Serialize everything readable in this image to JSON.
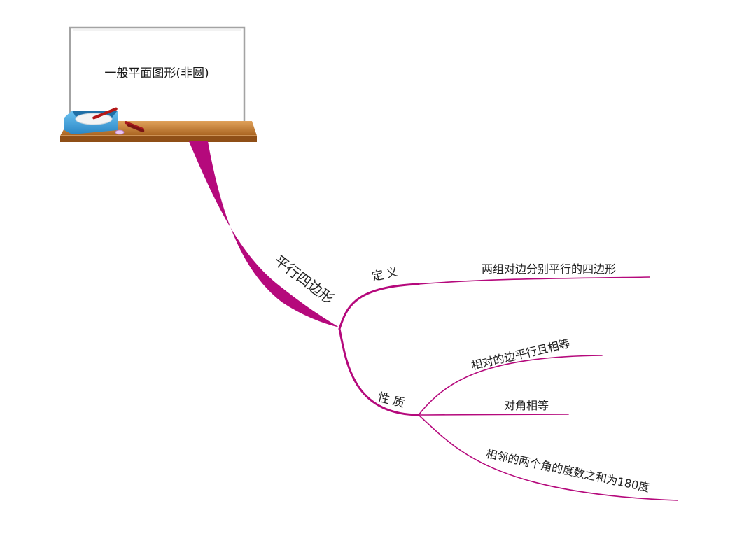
{
  "root": {
    "label": "一般平面图形(非圆)"
  },
  "branch": {
    "label": "平行四边形",
    "children": [
      {
        "label": "定义",
        "children": [
          {
            "label": "两组对边分别平行的四边形"
          }
        ]
      },
      {
        "label": "性质",
        "children": [
          {
            "label": "相对的边平行且相等"
          },
          {
            "label": "对角相等"
          },
          {
            "label": "相邻的两个角的度数之和为180度"
          }
        ]
      }
    ]
  },
  "colors": {
    "branch": "#b5097c",
    "whiteboard_frame": "#9a9a9a",
    "shelf": "#c57a2e",
    "tray": "#3ba2df"
  },
  "icons": [
    "whiteboard-icon",
    "tray-icon",
    "marker-icon",
    "eraser-icon"
  ]
}
